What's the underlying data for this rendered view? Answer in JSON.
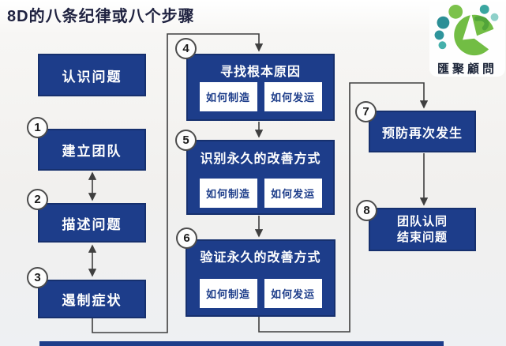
{
  "title": "8D的八条纪律或八个步骤",
  "logo": {
    "company": "匯聚顧問"
  },
  "colors": {
    "box_blue": "#1d3d8a",
    "connector_gray": "#3f3f3f",
    "logo_green": "#72bd44",
    "logo_teal": "#2e949b"
  },
  "steps": {
    "intro": {
      "label": "认识问题"
    },
    "s1": {
      "num": "1",
      "label": "建立团队"
    },
    "s2": {
      "num": "2",
      "label": "描述问题"
    },
    "s3": {
      "num": "3",
      "label": "遏制症状"
    },
    "s4": {
      "num": "4",
      "label": "寻找根本原因",
      "subs": [
        "如何制造",
        "如何发运"
      ]
    },
    "s5": {
      "num": "5",
      "label": "识别永久的改善方式",
      "subs": [
        "如何制造",
        "如何发运"
      ]
    },
    "s6": {
      "num": "6",
      "label": "验证永久的改善方式",
      "subs": [
        "如何制造",
        "如何发运"
      ]
    },
    "s7": {
      "num": "7",
      "label": "预防再次发生"
    },
    "s8": {
      "num": "8",
      "label_line1": "团队认同",
      "label_line2": "结束问题"
    }
  }
}
